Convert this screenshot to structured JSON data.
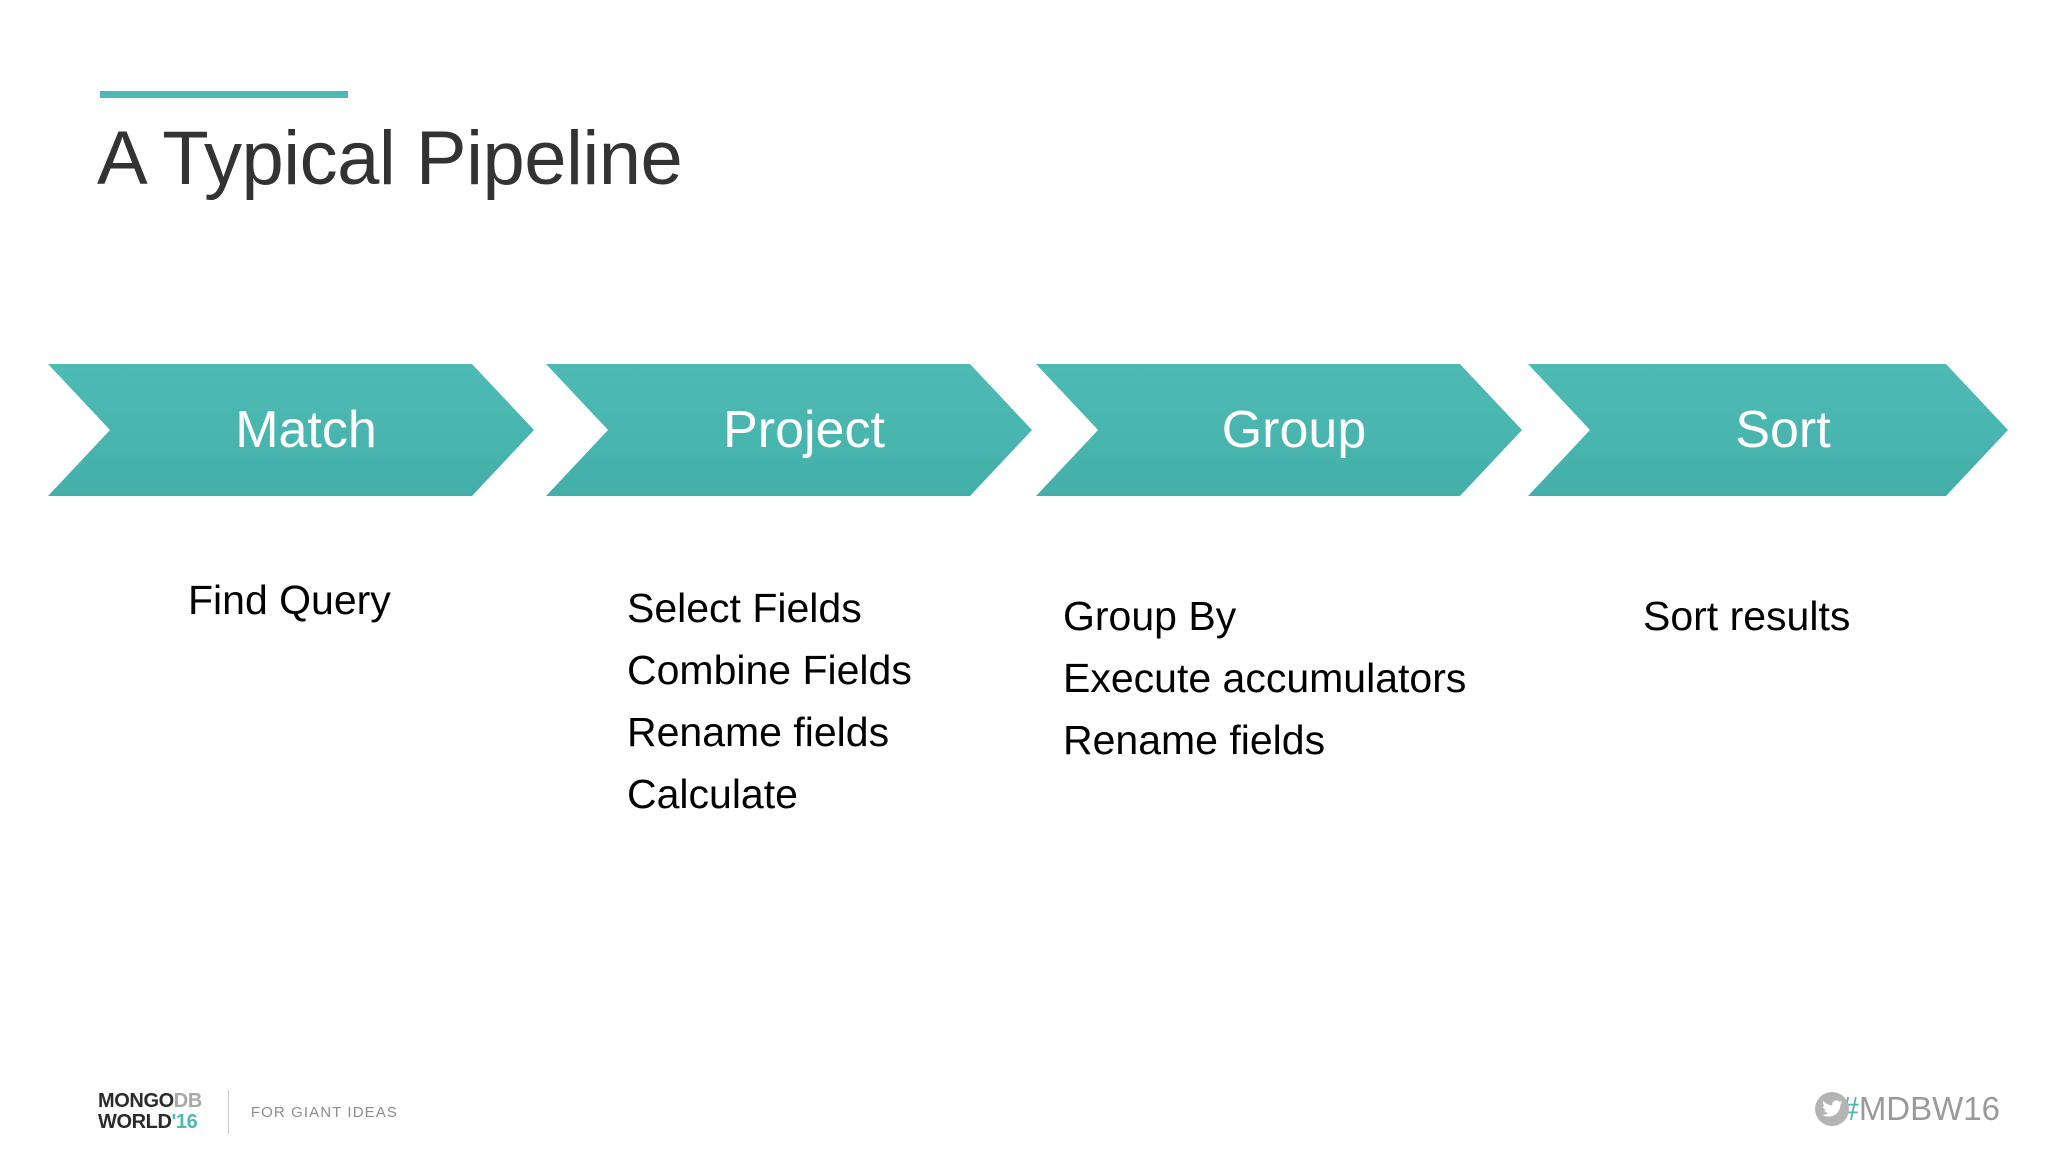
{
  "slide": {
    "title": "A Typical Pipeline",
    "accent_color": "#4CB9B2",
    "title_color": "#333333",
    "background_color": "#FFFFFF"
  },
  "pipeline": {
    "stages": [
      {
        "label": "Match",
        "description_lines": [
          "Find Query"
        ]
      },
      {
        "label": "Project",
        "description_lines": [
          "Select Fields",
          "Combine Fields",
          "Rename fields",
          "Calculate"
        ]
      },
      {
        "label": "Group",
        "description_lines": [
          "Group By",
          "Execute accumulators",
          "Rename fields"
        ]
      },
      {
        "label": "Sort",
        "description_lines": [
          "Sort results"
        ]
      }
    ]
  },
  "footer": {
    "logo": {
      "line1_dark": "MONGO",
      "line1_gray": "DB",
      "line2_dark": "WORLD",
      "line2_teal": "'16",
      "tagline": "FOR GIANT IDEAS"
    },
    "hashtag": {
      "hash": "#",
      "text": "MDBW16",
      "icon": "twitter-bird-icon"
    }
  }
}
